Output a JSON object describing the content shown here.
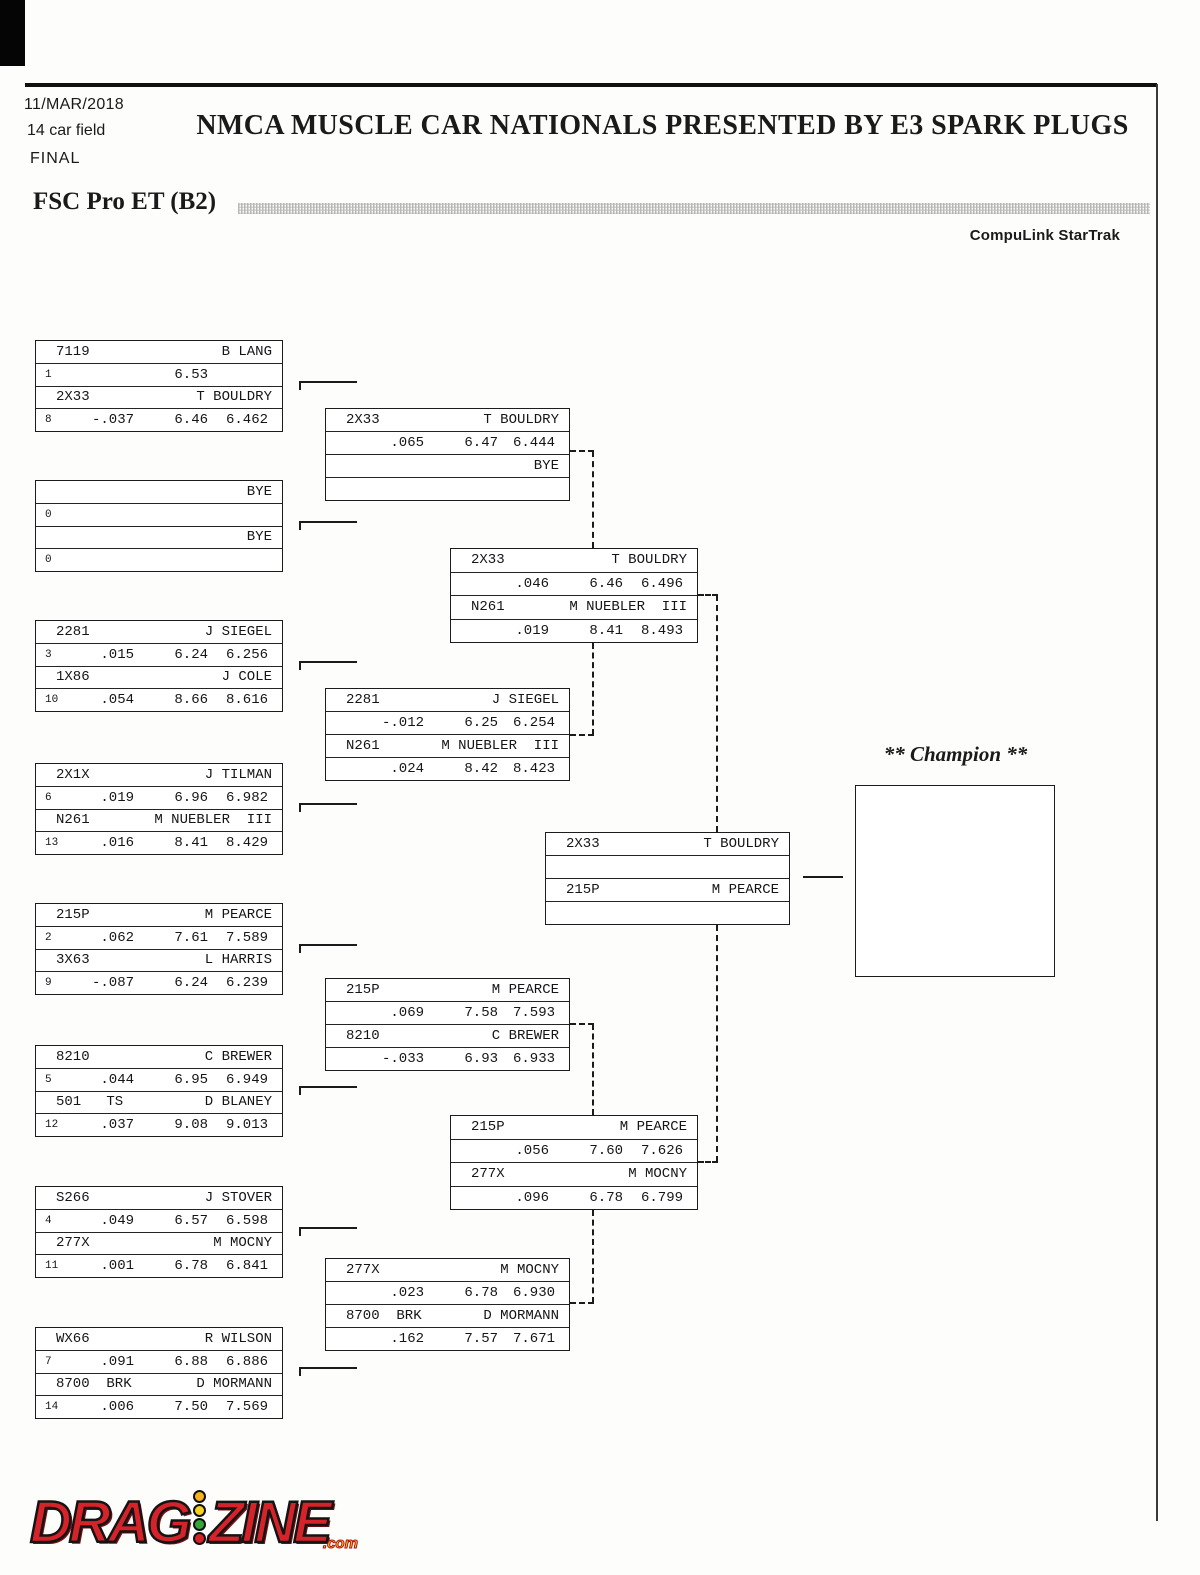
{
  "page": {
    "date": "11/MAR/2018",
    "field_size": "14 car field",
    "round_label": "FINAL",
    "title": "NMCA MUSCLE CAR NATIONALS PRESENTED BY E3 SPARK PLUGS",
    "class_name": "FSC Pro ET (B2)",
    "timing_brand": "CompuLink StarTrak",
    "champion_label": "** Champion **"
  },
  "logo": {
    "part1": "DRAG",
    "part2": "ZINE",
    "suffix": ".com",
    "colors": {
      "red": "#d6232a",
      "amber": "#f6b21a",
      "green": "#35a53a",
      "yellow": "#f3c613"
    }
  },
  "bracket": {
    "round1": [
      {
        "top": {
          "car": "7119",
          "name": "B LANG",
          "seed": "1",
          "rt": "",
          "dial": "6.53",
          "et": ""
        },
        "bottom": {
          "car": "2X33",
          "name": "T BOULDRY",
          "seed": "8",
          "rt": "-.037",
          "dial": "6.46",
          "et": "6.462"
        }
      },
      {
        "top": {
          "car": "",
          "name": "BYE",
          "seed": "0",
          "rt": "",
          "dial": "",
          "et": ""
        },
        "bottom": {
          "car": "",
          "name": "BYE",
          "seed": "0",
          "rt": "",
          "dial": "",
          "et": ""
        }
      },
      {
        "top": {
          "car": "2281",
          "name": "J SIEGEL",
          "seed": "3",
          "rt": ".015",
          "dial": "6.24",
          "et": "6.256"
        },
        "bottom": {
          "car": "1X86",
          "name": "J COLE",
          "seed": "10",
          "rt": ".054",
          "dial": "8.66",
          "et": "8.616"
        }
      },
      {
        "top": {
          "car": "2X1X",
          "name": "J TILMAN",
          "seed": "6",
          "rt": ".019",
          "dial": "6.96",
          "et": "6.982"
        },
        "bottom": {
          "car": "N261",
          "name": "M NUEBLER  III",
          "seed": "13",
          "rt": ".016",
          "dial": "8.41",
          "et": "8.429"
        }
      },
      {
        "top": {
          "car": "215P",
          "name": "M PEARCE",
          "seed": "2",
          "rt": ".062",
          "dial": "7.61",
          "et": "7.589"
        },
        "bottom": {
          "car": "3X63",
          "name": "L HARRIS",
          "seed": "9",
          "rt": "-.087",
          "dial": "6.24",
          "et": "6.239"
        }
      },
      {
        "top": {
          "car": "8210",
          "name": "C BREWER",
          "seed": "5",
          "rt": ".044",
          "dial": "6.95",
          "et": "6.949"
        },
        "bottom": {
          "car": "501   TS",
          "name": "D BLANEY",
          "seed": "12",
          "rt": ".037",
          "dial": "9.08",
          "et": "9.013"
        }
      },
      {
        "top": {
          "car": "S266",
          "name": "J STOVER",
          "seed": "4",
          "rt": ".049",
          "dial": "6.57",
          "et": "6.598"
        },
        "bottom": {
          "car": "277X",
          "name": "M MOCNY",
          "seed": "11",
          "rt": ".001",
          "dial": "6.78",
          "et": "6.841"
        }
      },
      {
        "top": {
          "car": "WX66",
          "name": "R WILSON",
          "seed": "7",
          "rt": ".091",
          "dial": "6.88",
          "et": "6.886"
        },
        "bottom": {
          "car": "8700  BRK",
          "name": "D MORMANN",
          "seed": "14",
          "rt": ".006",
          "dial": "7.50",
          "et": "7.569"
        }
      }
    ],
    "round2": [
      {
        "top": {
          "car": "2X33",
          "name": "T BOULDRY",
          "seed": "",
          "rt": ".065",
          "dial": "6.47",
          "et": "6.444"
        },
        "bottom": {
          "car": "",
          "name": "BYE",
          "seed": "",
          "rt": "",
          "dial": "",
          "et": ""
        }
      },
      {
        "top": {
          "car": "2281",
          "name": "J SIEGEL",
          "seed": "",
          "rt": "-.012",
          "dial": "6.25",
          "et": "6.254"
        },
        "bottom": {
          "car": "N261",
          "name": "M NUEBLER  III",
          "seed": "",
          "rt": ".024",
          "dial": "8.42",
          "et": "8.423"
        }
      },
      {
        "top": {
          "car": "215P",
          "name": "M PEARCE",
          "seed": "",
          "rt": ".069",
          "dial": "7.58",
          "et": "7.593"
        },
        "bottom": {
          "car": "8210",
          "name": "C BREWER",
          "seed": "",
          "rt": "-.033",
          "dial": "6.93",
          "et": "6.933"
        }
      },
      {
        "top": {
          "car": "277X",
          "name": "M MOCNY",
          "seed": "",
          "rt": ".023",
          "dial": "6.78",
          "et": "6.930"
        },
        "bottom": {
          "car": "8700  BRK",
          "name": "D MORMANN",
          "seed": "",
          "rt": ".162",
          "dial": "7.57",
          "et": "7.671"
        }
      }
    ],
    "round3": [
      {
        "top": {
          "car": "2X33",
          "name": "T BOULDRY",
          "seed": "",
          "rt": ".046",
          "dial": "6.46",
          "et": "6.496"
        },
        "bottom": {
          "car": "N261",
          "name": "M NUEBLER  III",
          "seed": "",
          "rt": ".019",
          "dial": "8.41",
          "et": "8.493"
        }
      },
      {
        "top": {
          "car": "215P",
          "name": "M PEARCE",
          "seed": "",
          "rt": ".056",
          "dial": "7.60",
          "et": "7.626"
        },
        "bottom": {
          "car": "277X",
          "name": "M MOCNY",
          "seed": "",
          "rt": ".096",
          "dial": "6.78",
          "et": "6.799"
        }
      }
    ],
    "final": {
      "top": {
        "car": "2X33",
        "name": "T BOULDRY",
        "seed": "",
        "rt": "",
        "dial": "",
        "et": ""
      },
      "bottom": {
        "car": "215P",
        "name": "M PEARCE",
        "seed": "",
        "rt": "",
        "dial": "",
        "et": ""
      }
    }
  }
}
